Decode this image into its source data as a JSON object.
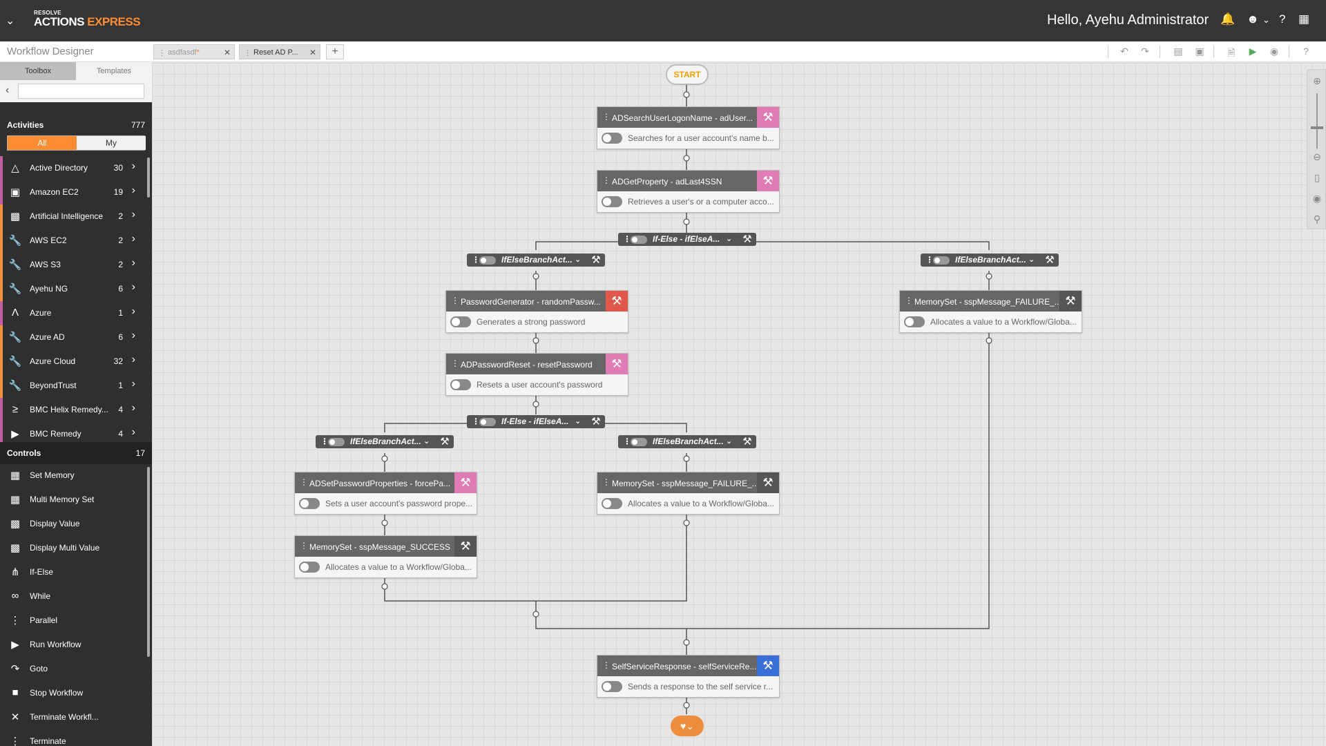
{
  "header": {
    "brand_top": "RESOLVE",
    "brand_main": "ACTIONS",
    "brand_accent": "EXPRESS",
    "greeting": "Hello, Ayehu Administrator"
  },
  "subheader": {
    "title": "Workflow Designer",
    "tabs": [
      {
        "label": "asdfasdf",
        "modified": "*"
      },
      {
        "label": "Reset AD P..."
      }
    ],
    "add_tab": "+"
  },
  "sidebar": {
    "tabs": [
      "Toolbox",
      "Templates"
    ],
    "search_placeholder": "",
    "activities_label": "Activities",
    "activities_count": "777",
    "filter_all": "All",
    "filter_my": "My",
    "activities": [
      {
        "name": "Active Directory",
        "count": "30",
        "color": "#c05fa0",
        "icon": "sitemap-icon"
      },
      {
        "name": "Amazon EC2",
        "count": "19",
        "color": "#c05fa0",
        "icon": "cube-icon"
      },
      {
        "name": "Artificial Intelligence",
        "count": "2",
        "color": "#ee8e3c",
        "icon": "monitor-icon"
      },
      {
        "name": "AWS EC2",
        "count": "2",
        "color": "#ee8e3c",
        "icon": "wrench-icon"
      },
      {
        "name": "AWS S3",
        "count": "2",
        "color": "#ee8e3c",
        "icon": "wrench-icon"
      },
      {
        "name": "Ayehu NG",
        "count": "6",
        "color": "#ee8e3c",
        "icon": "wrench-icon"
      },
      {
        "name": "Azure",
        "count": "1",
        "color": "#c05fa0",
        "icon": "azure-icon"
      },
      {
        "name": "Azure AD",
        "count": "6",
        "color": "#ee8e3c",
        "icon": "wrench-icon"
      },
      {
        "name": "Azure Cloud",
        "count": "32",
        "color": "#ee8e3c",
        "icon": "wrench-icon"
      },
      {
        "name": "BeyondTrust",
        "count": "1",
        "color": "#ee8e3c",
        "icon": "wrench-icon"
      },
      {
        "name": "BMC Helix Remedy...",
        "count": "4",
        "color": "#c05fa0",
        "icon": "bmc-icon"
      },
      {
        "name": "BMC Remedy",
        "count": "4",
        "color": "#c05fa0",
        "icon": "play-icon"
      }
    ],
    "controls_label": "Controls",
    "controls_count": "17",
    "controls": [
      {
        "name": "Set Memory",
        "icon": "memory-icon"
      },
      {
        "name": "Multi Memory Set",
        "icon": "memory-icon"
      },
      {
        "name": "Display Value",
        "icon": "display-icon"
      },
      {
        "name": "Display Multi Value",
        "icon": "display-icon"
      },
      {
        "name": "If-Else",
        "icon": "branch-icon"
      },
      {
        "name": "While",
        "icon": "loop-icon"
      },
      {
        "name": "Parallel",
        "icon": "parallel-icon"
      },
      {
        "name": "Run Workflow",
        "icon": "play-icon"
      },
      {
        "name": "Goto",
        "icon": "redo-icon"
      },
      {
        "name": "Stop Workflow",
        "icon": "stop-icon"
      },
      {
        "name": "Terminate Workfl...",
        "icon": "x-icon"
      },
      {
        "name": "Terminate",
        "icon": "terminate-icon"
      }
    ]
  },
  "workflow": {
    "start_label": "START",
    "cards": [
      {
        "title": "ADSearchUserLogonName - adUser...",
        "desc": "Searches for a user account's name b...",
        "btn_color": "#e07bb5"
      },
      {
        "title": "ADGetProperty - adLast4SSN",
        "desc": "Retrieves a user's or a computer acco...",
        "btn_color": "#e07bb5"
      },
      {
        "title": "PasswordGenerator - randomPassw...",
        "desc": "Generates a strong password",
        "btn_color": "#e0584a"
      },
      {
        "title": "ADPasswordReset - resetPassword",
        "desc": "Resets a user account's password",
        "btn_color": "#e07bb5"
      },
      {
        "title": "ADSetPasswordProperties - forcePa...",
        "desc": "Sets a user account's password prope...",
        "btn_color": "#e07bb5"
      },
      {
        "title": "MemorySet - sspMessage_SUCCESS",
        "desc": "Allocates a value to a Workflow/Globa...",
        "btn_color": "#555555"
      },
      {
        "title": "MemorySet - sspMessage_FAILURE_...",
        "desc": "Allocates a value to a Workflow/Globa...",
        "btn_color": "#555555"
      },
      {
        "title": "MemorySet - sspMessage_FAILURE_...",
        "desc": "Allocates a value to a Workflow/Globa...",
        "btn_color": "#555555"
      },
      {
        "title": "SelfServiceResponse - selfServiceRe...",
        "desc": "Sends a response to the self service r...",
        "btn_color": "#3a6fd8"
      }
    ],
    "pills": [
      {
        "label": "If-Else - ifElseA..."
      },
      {
        "label": "IfElseBranchAct..."
      },
      {
        "label": "IfElseBranchAct..."
      },
      {
        "label": "If-Else - ifElseA..."
      },
      {
        "label": "IfElseBranchAct..."
      },
      {
        "label": "IfElseBranchAct..."
      }
    ]
  },
  "colors": {
    "accent": "#ff8c32",
    "topbar": "#353535",
    "sidebar": "#2f2f2f",
    "pink": "#e07bb5",
    "red": "#e0584a",
    "blue": "#3a6fd8"
  }
}
